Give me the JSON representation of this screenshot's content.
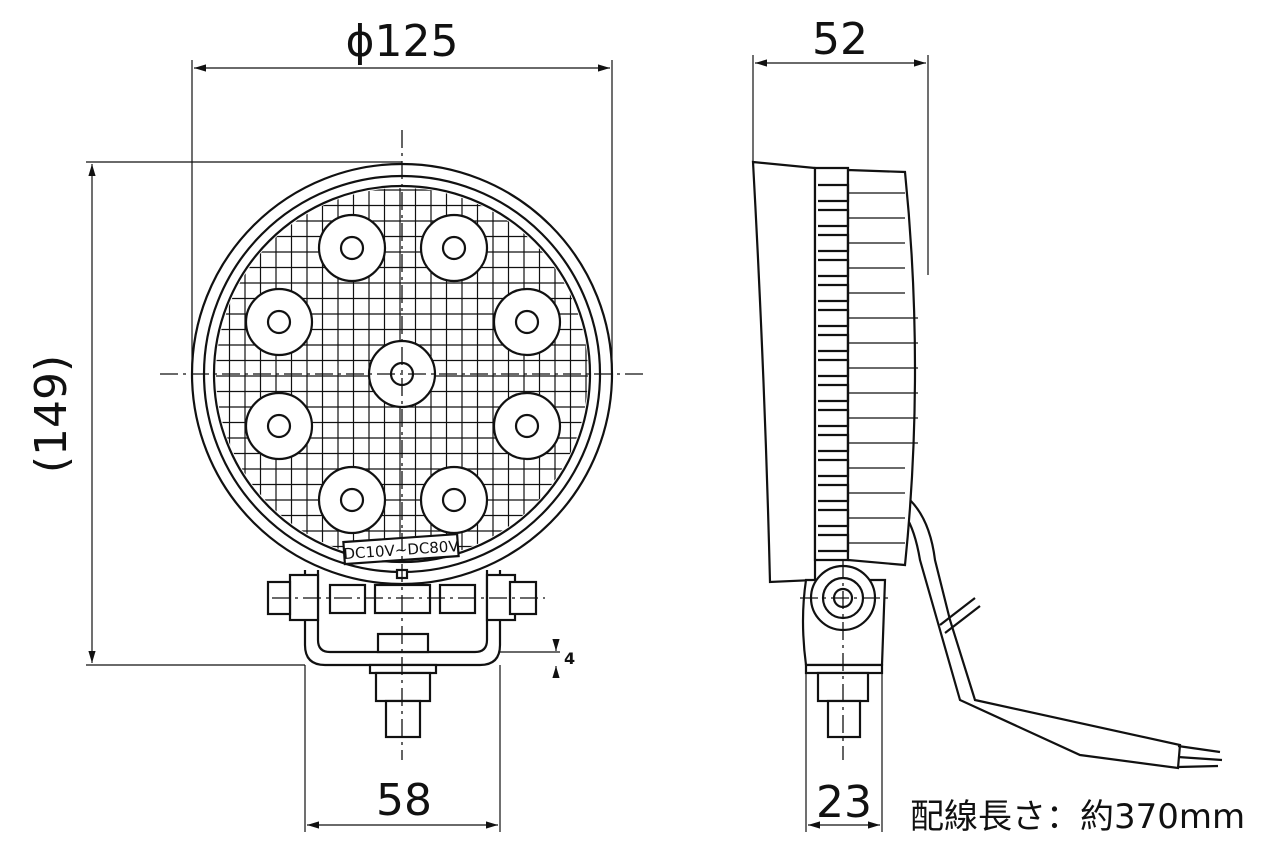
{
  "dimensions": {
    "diameter": "ϕ125",
    "height": "(149)",
    "bracket_width": "58",
    "depth": "52",
    "bracket_depth": "23",
    "bracket_offset": "4"
  },
  "voltage_label": "DC10V~DC80V",
  "cable_note": "配線長さ：約370mm"
}
